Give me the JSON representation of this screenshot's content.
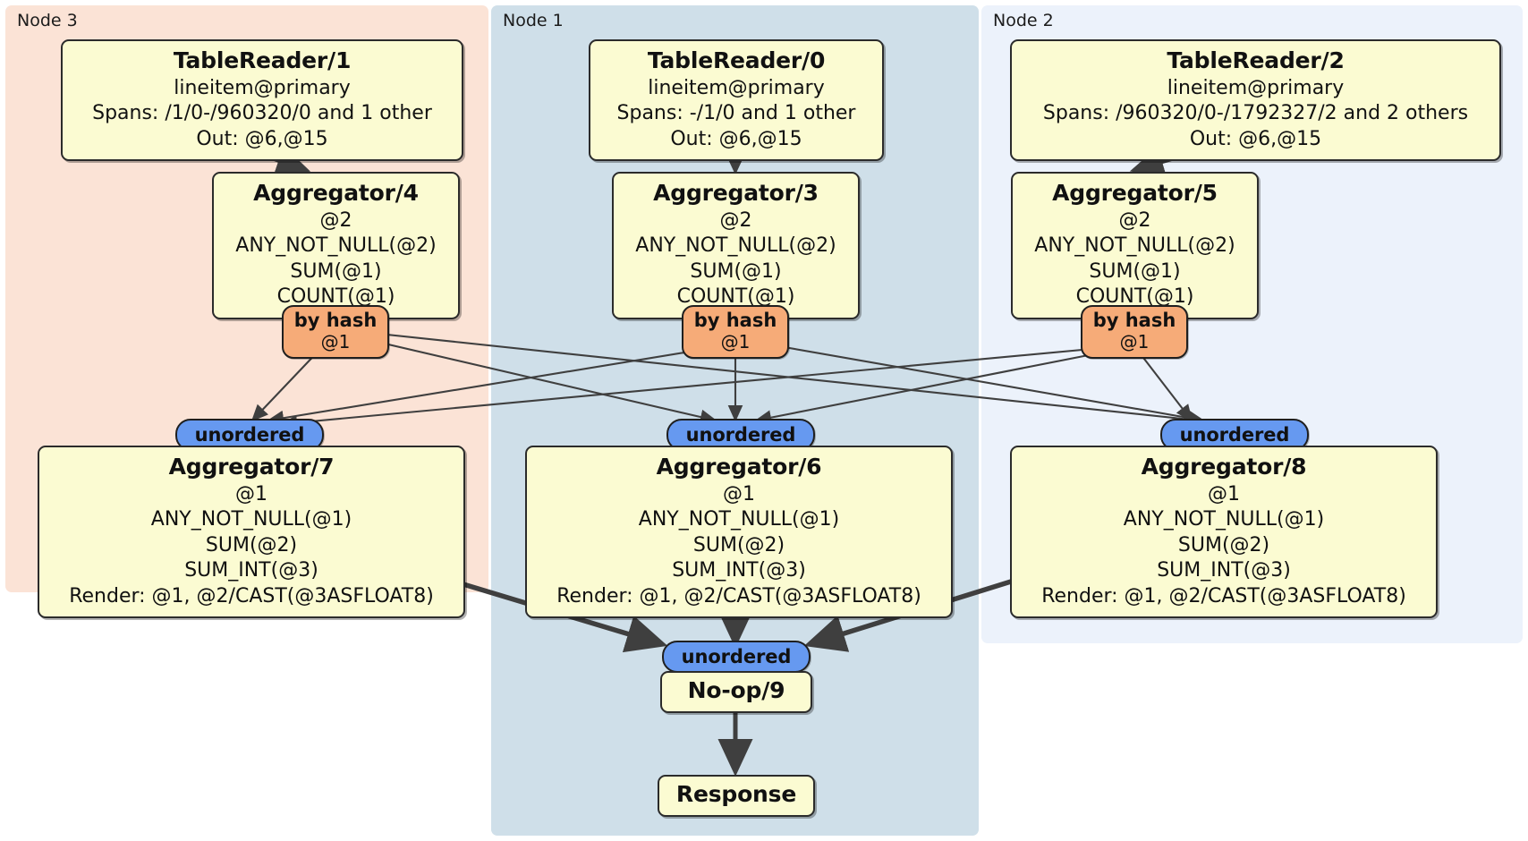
{
  "diagram": {
    "type": "distributed-query-plan",
    "colors": {
      "node3_panel": "#fbe3d6",
      "node1_panel": "#cfdfe9",
      "node2_panel": "#ecf2fb",
      "processor_box": "#fbfbd2",
      "hash_router": "#f6ab78",
      "unordered_router": "#6699f0",
      "edge": "#3f3f3f"
    }
  },
  "panels": [
    {
      "id": "node3",
      "label": "Node 3"
    },
    {
      "id": "node1",
      "label": "Node 1"
    },
    {
      "id": "node2",
      "label": "Node 2"
    }
  ],
  "processors": {
    "table_reader_1": {
      "title": "TableReader/1",
      "lines": [
        "lineitem@primary",
        "Spans: /1/0-/960320/0 and 1 other",
        "Out: @6,@15"
      ]
    },
    "table_reader_0": {
      "title": "TableReader/0",
      "lines": [
        "lineitem@primary",
        "Spans: -/1/0 and 1 other",
        "Out: @6,@15"
      ]
    },
    "table_reader_2": {
      "title": "TableReader/2",
      "lines": [
        "lineitem@primary",
        "Spans: /960320/0-/1792327/2 and 2 others",
        "Out: @6,@15"
      ]
    },
    "aggregator_4": {
      "title": "Aggregator/4",
      "lines": [
        "@2",
        "ANY_NOT_NULL(@2)",
        "SUM(@1)",
        "COUNT(@1)"
      ]
    },
    "aggregator_3": {
      "title": "Aggregator/3",
      "lines": [
        "@2",
        "ANY_NOT_NULL(@2)",
        "SUM(@1)",
        "COUNT(@1)"
      ]
    },
    "aggregator_5": {
      "title": "Aggregator/5",
      "lines": [
        "@2",
        "ANY_NOT_NULL(@2)",
        "SUM(@1)",
        "COUNT(@1)"
      ]
    },
    "aggregator_7": {
      "title": "Aggregator/7",
      "lines": [
        "@1",
        "ANY_NOT_NULL(@1)",
        "SUM(@2)",
        "SUM_INT(@3)",
        "Render: @1, @2/CAST(@3ASFLOAT8)"
      ]
    },
    "aggregator_6": {
      "title": "Aggregator/6",
      "lines": [
        "@1",
        "ANY_NOT_NULL(@1)",
        "SUM(@2)",
        "SUM_INT(@3)",
        "Render: @1, @2/CAST(@3ASFLOAT8)"
      ]
    },
    "aggregator_8": {
      "title": "Aggregator/8",
      "lines": [
        "@1",
        "ANY_NOT_NULL(@1)",
        "SUM(@2)",
        "SUM_INT(@3)",
        "Render: @1, @2/CAST(@3ASFLOAT8)"
      ]
    },
    "noop_9": {
      "title": "No-op/9",
      "lines": []
    },
    "response": {
      "title": "Response",
      "lines": []
    }
  },
  "routers": {
    "hash_4": {
      "title": "by hash",
      "sub": "@1"
    },
    "hash_3": {
      "title": "by hash",
      "sub": "@1"
    },
    "hash_5": {
      "title": "by hash",
      "sub": "@1"
    },
    "unordered_7": {
      "title": "unordered"
    },
    "unordered_6": {
      "title": "unordered"
    },
    "unordered_8": {
      "title": "unordered"
    },
    "unordered_final": {
      "title": "unordered"
    }
  }
}
